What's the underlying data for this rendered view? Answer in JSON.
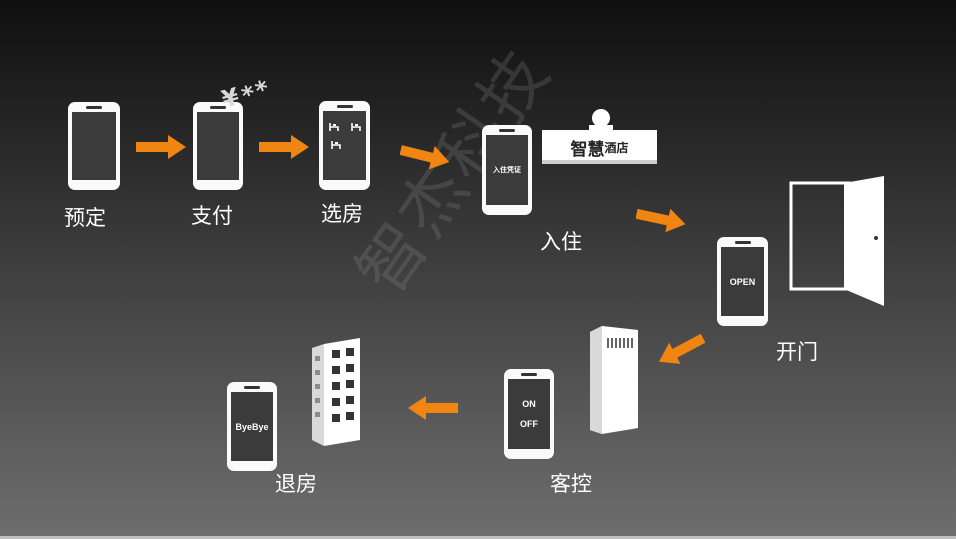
{
  "steps": {
    "book": {
      "label": "预定"
    },
    "pay": {
      "label": "支付",
      "currency_symbol": "¥",
      "stars": "**"
    },
    "select_room": {
      "label": "选房"
    },
    "checkin": {
      "label": "入住",
      "screen_text": "入住凭证",
      "hotel_sign": "智慧",
      "hotel_sign_small": "酒店"
    },
    "open_door": {
      "label": "开门",
      "screen_text": "OPEN"
    },
    "room_control": {
      "label": "客控",
      "on_text": "ON",
      "off_text": "OFF"
    },
    "checkout": {
      "label": "退房",
      "screen_text": "ByeBye"
    }
  },
  "watermark": "智杰科技",
  "colors": {
    "arrow": "#f08512",
    "phone": "#fafafa",
    "screen": "#3b3b3b",
    "label": "#ffffff"
  }
}
